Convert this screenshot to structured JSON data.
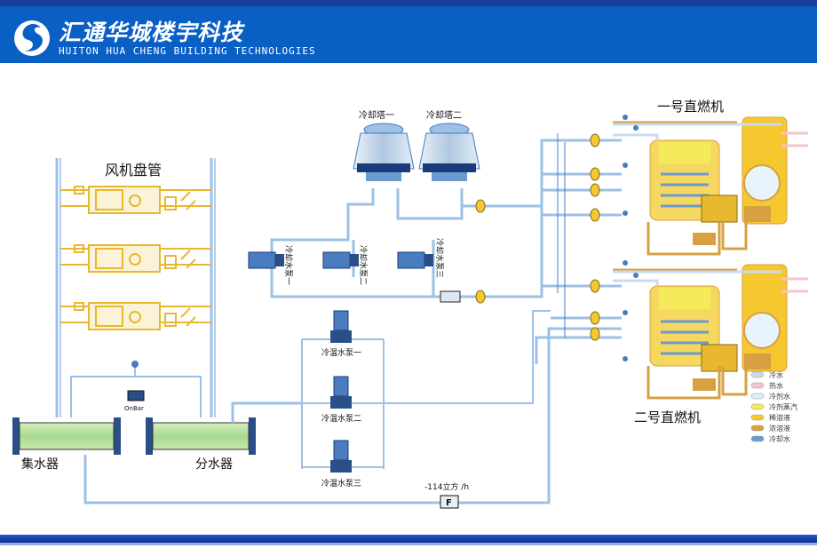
{
  "header": {
    "company_cn": "汇通华城楼宇科技",
    "company_en": "HUITON HUA CHENG BUILDING TECHNOLOGIES",
    "logo_icon": "swirl-logo-icon",
    "bar_color": "#0a5fc4"
  },
  "diagram": {
    "fan_coil_title": "风机盘管",
    "collector": "集水器",
    "distributor": "分水器",
    "pressure_gauge": "OnBar",
    "cooling_tower_1": "冷却塔一",
    "cooling_tower_2": "冷却塔二",
    "cooling_pump_1": "冷却水泵一",
    "cooling_pump_2": "冷却水泵二",
    "cooling_pump_3": "冷却水泵三",
    "chilled_pump_1": "冷温水泵一",
    "chilled_pump_2": "冷温水泵二",
    "chilled_pump_3": "冷温水泵三",
    "flow_reading": "-114立方 /h",
    "flow_meter_symbol": "F",
    "chiller_1": "一号直燃机",
    "chiller_2": "二号直燃机"
  },
  "legend": [
    {
      "label": "冷水",
      "color": "#c8dcf0"
    },
    {
      "label": "热水",
      "color": "#f2c6cc"
    },
    {
      "label": "冷剂水",
      "color": "#d8eef8"
    },
    {
      "label": "冷剂蒸汽",
      "color": "#f4ea5a"
    },
    {
      "label": "稀溶液",
      "color": "#f6c830"
    },
    {
      "label": "浓溶液",
      "color": "#d8a040"
    },
    {
      "label": "冷却水",
      "color": "#6a9ad0"
    }
  ],
  "colors": {
    "pipe": "#4a7cc0",
    "pipe_light": "#9cc0e6",
    "collector_fill": "#b8e0a0",
    "fan_coil": "#e8b830",
    "chiller_body": "#f6c830"
  }
}
